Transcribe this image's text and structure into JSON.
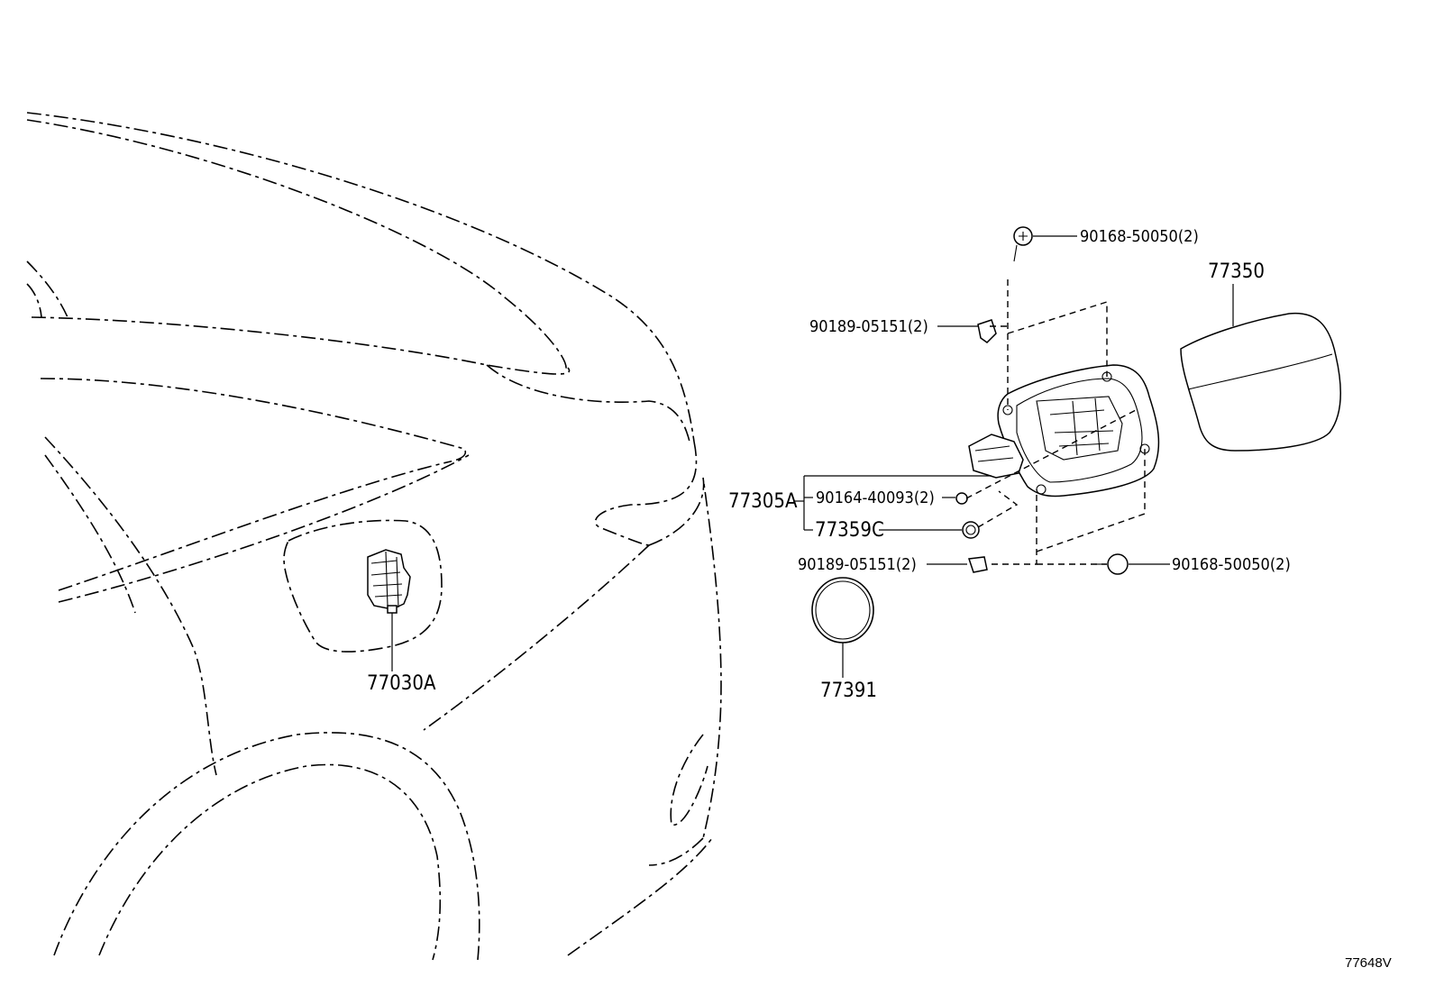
{
  "labels": {
    "bolt_top": "90168-50050(2)",
    "cap": "77350",
    "clip_top": "90189-05151(2)",
    "assembly": "77305A",
    "screw_grom": "90164-40093(2)",
    "grommet": "77359C",
    "clip_bottom": "90189-05151(2)",
    "bolt_bottom": "90168-50050(2)",
    "opener": "77030A",
    "gasket": "77391",
    "ref_code": "77648V"
  }
}
